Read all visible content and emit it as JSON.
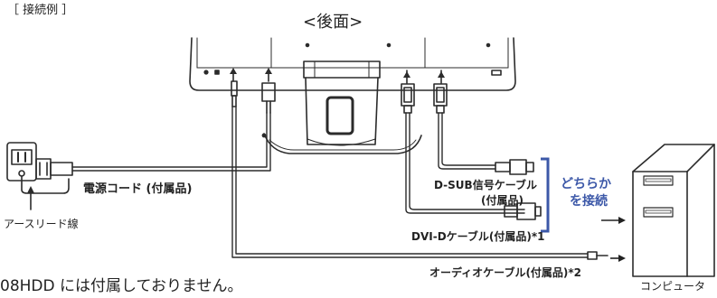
{
  "header": {
    "section_label": "［ 接続例 ］",
    "rear_view_title": "<後面>"
  },
  "labels": {
    "power_cord": "電源コード (付属品)",
    "earth_lead": "アースリード線",
    "dsub_cable_line1": "D-SUB信号ケーブル",
    "dsub_cable_line2": "(付属品)",
    "dvi_cable": "DVI-Dケーブル(付属品)*1",
    "audio_cable": "オーディオケーブル(付属品)*2",
    "either_line1": "どちらか",
    "either_line2": "を接続",
    "computer": "コンピュータ",
    "footnote": "08HDD には付属しておりません。"
  },
  "colors": {
    "line": "#2b2b2b",
    "accent": "#3c58a8",
    "bracket": "#3c58a8"
  }
}
